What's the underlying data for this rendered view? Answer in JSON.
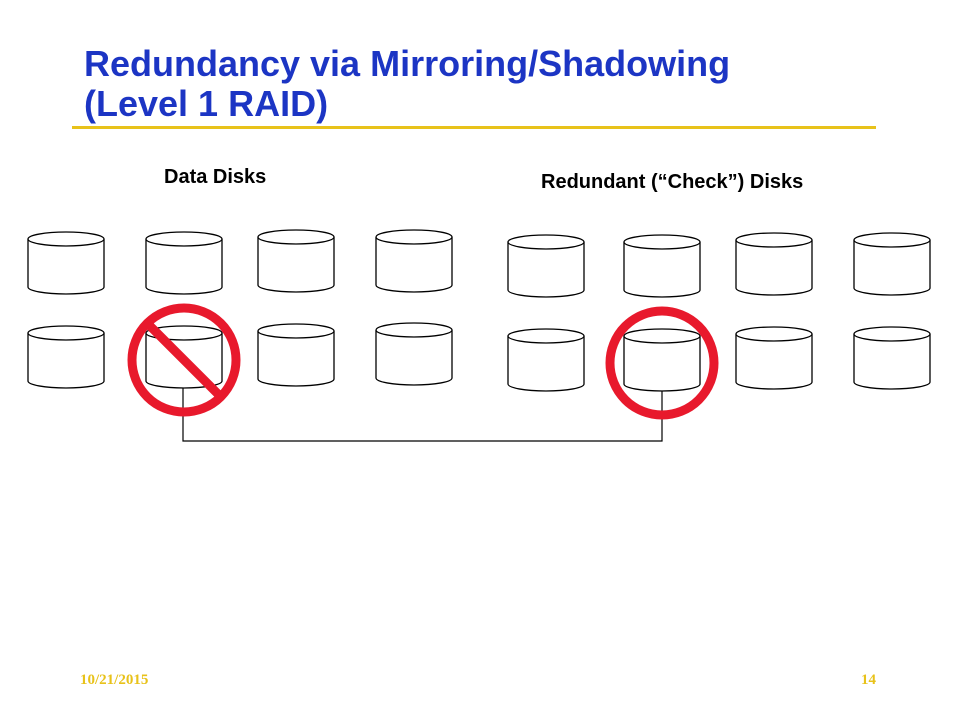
{
  "slide": {
    "title_line1": "Redundancy via Mirroring/Shadowing",
    "title_line2": "(Level 1 RAID)",
    "data_group_label": "Data Disks",
    "check_group_label": "Redundant (“Check”) Disks",
    "footer_date": "10/21/2015",
    "footer_page": "14"
  },
  "diagram": {
    "data_disks": {
      "rows": 2,
      "columns": 4,
      "failed": {
        "row": 2,
        "column": 2
      }
    },
    "check_disks": {
      "rows": 2,
      "columns": 4,
      "highlighted": {
        "row": 2,
        "column": 2
      }
    },
    "mirror_link": {
      "from": "data-disk-r2-c2",
      "to": "check-disk-r2-c2"
    },
    "colors": {
      "title": "#1c35c4",
      "rule": "#e8c21a",
      "footer": "#e8c21a",
      "failure_symbol": "#e8192c",
      "disk_outline": "#000000"
    },
    "icons": {
      "failure": "prohibition-sign-icon",
      "highlight": "red-circle-icon",
      "disk": "disk-cylinder-icon"
    }
  }
}
